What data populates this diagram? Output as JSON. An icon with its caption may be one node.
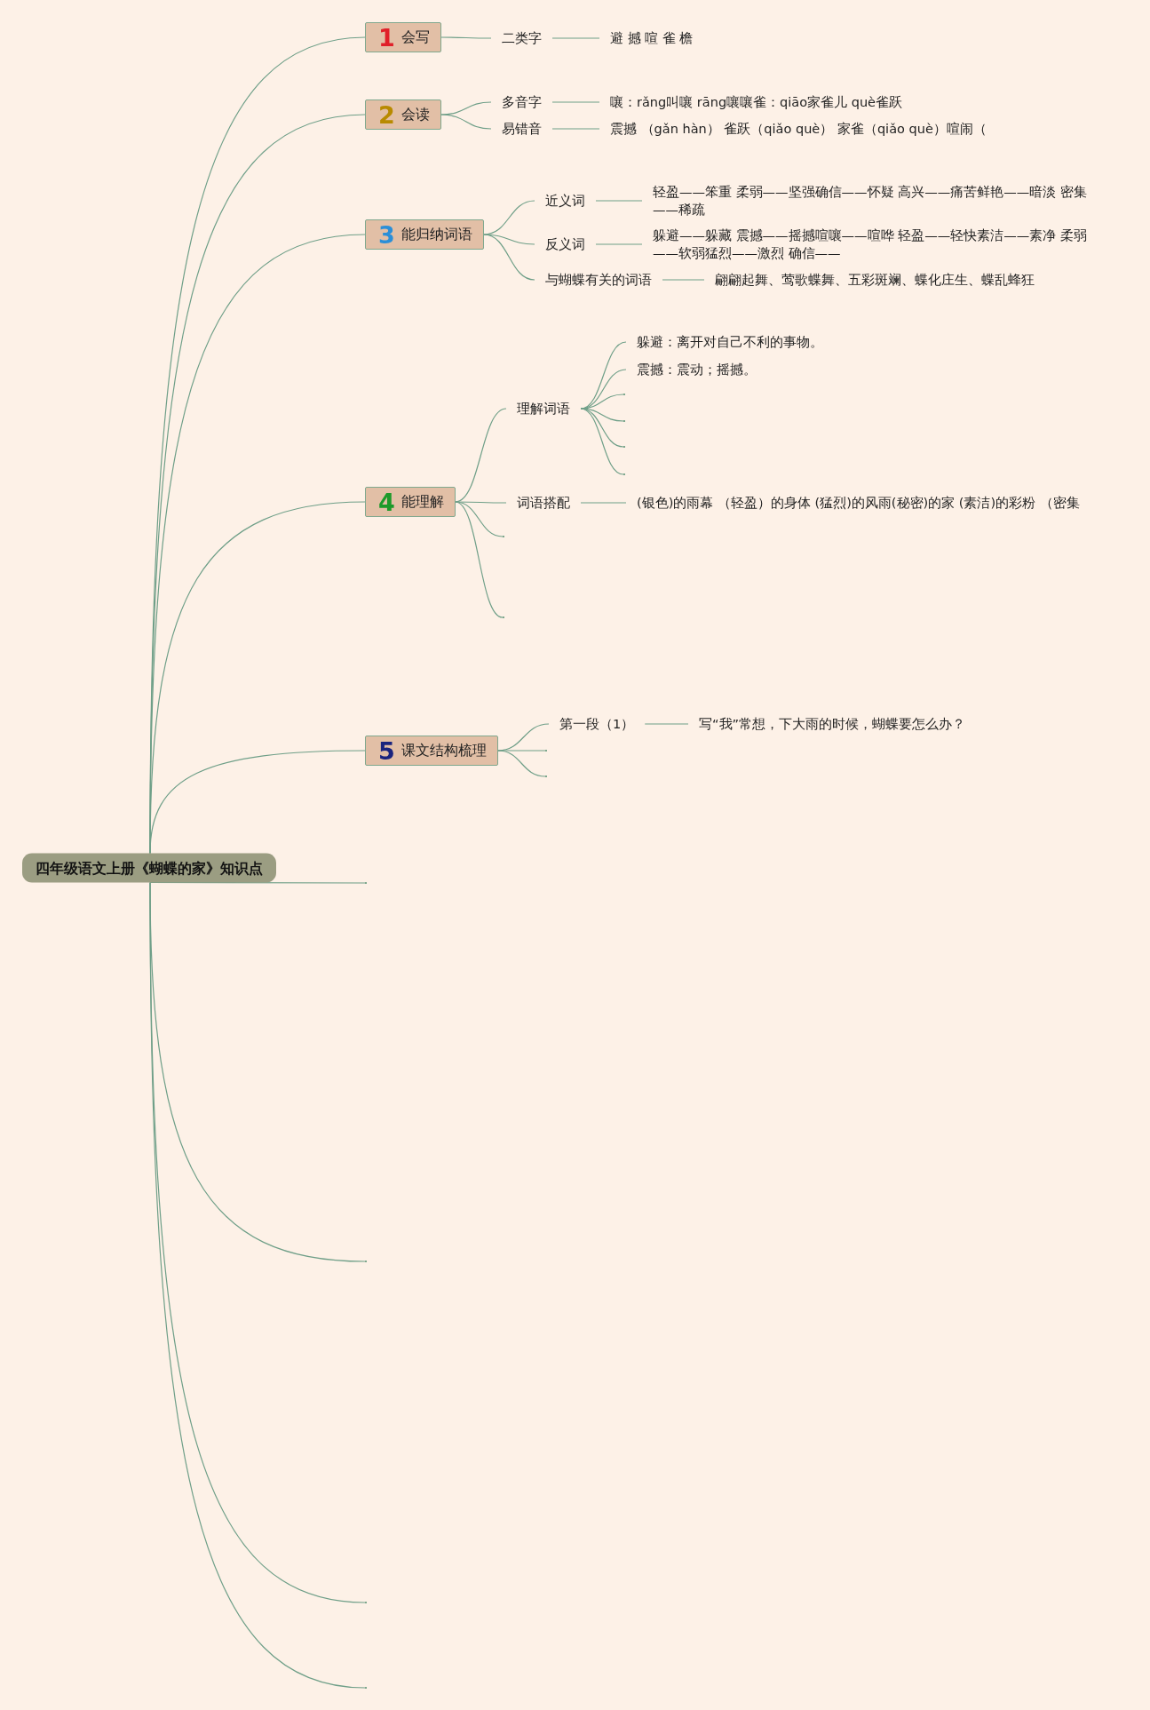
{
  "diagram": {
    "nodes": [
      {
        "text": [
          "四年级语文上册《蝴蝶的家》知识点"
        ]
      },
      {
        "text": [
          "1",
          "会写"
        ]
      },
      {
        "text": [
          "二类字"
        ]
      },
      {
        "text": [
          "避 撼 喧 雀 檐"
        ]
      },
      {
        "text": [
          "2",
          "会读"
        ]
      },
      {
        "text": [
          "多音字"
        ]
      },
      {
        "text": [
          "嚷：rǎng叫嚷 rāng嚷嚷雀：qiāo家雀儿 què雀跃"
        ]
      },
      {
        "text": [
          "易错音"
        ]
      },
      {
        "text": [
          "震撼 （gǎn hàn） 雀跃（qiǎo què） 家雀（qiǎo què）喧闹（"
        ]
      },
      {
        "text": [
          "3",
          "能归纳词语"
        ]
      },
      {
        "text": [
          "近义词"
        ]
      },
      {
        "text": [
          "轻盈——笨重 柔弱——坚强确信——怀疑 高兴——痛苦鲜艳——暗淡 密集——稀疏"
        ]
      },
      {
        "text": [
          "反义词"
        ]
      },
      {
        "text": [
          "躲避——躲藏 震撼——摇撼喧嚷——喧哗 轻盈——轻快素洁——素净 柔弱——软弱猛烈——激烈 确信——"
        ]
      },
      {
        "text": [
          "与蝴蝶有关的词语"
        ]
      },
      {
        "text": [
          "翩翩起舞、莺歌蝶舞、五彩斑斓、蝶化庄生、蝶乱蜂狂"
        ]
      },
      {
        "text": [
          "4",
          "能理解"
        ]
      },
      {
        "text": [
          "理解词语"
        ]
      },
      {
        "text": [
          "躲避：离开对自己不利的事物。"
        ]
      },
      {
        "text": [
          "震撼：震动；摇撼。"
        ]
      },
      {
        "text": [],
        "shape": "point"
      },
      {
        "text": [],
        "shape": "point"
      },
      {
        "text": [],
        "shape": "point"
      },
      {
        "text": [],
        "shape": "point"
      },
      {
        "text": [
          "词语搭配"
        ]
      },
      {
        "text": [
          "(银色)的雨幕 （轻盈）的身体 (猛烈)的风雨(秘密)的家 (素洁)的彩粉 （密集"
        ]
      },
      {
        "text": [],
        "shape": "point"
      },
      {
        "text": [],
        "shape": "point"
      },
      {
        "text": [
          "5",
          "课文结构梳理"
        ]
      },
      {
        "text": [
          "第一段（1）"
        ]
      },
      {
        "text": [
          "写“我”常想，下大雨的时候，蝴蝶要怎么办？"
        ]
      },
      {
        "text": [],
        "shape": "point"
      },
      {
        "text": [],
        "shape": "point"
      },
      {
        "text": [],
        "shape": "point"
      },
      {
        "text": [],
        "shape": "point"
      },
      {
        "text": [],
        "shape": "point"
      },
      {
        "text": [],
        "shape": "point"
      }
    ],
    "edges": [
      {
        "from": 0,
        "to": 1,
        "arrow": "none"
      },
      {
        "from": 0,
        "to": 4,
        "arrow": "none"
      },
      {
        "from": 0,
        "to": 9,
        "arrow": "none"
      },
      {
        "from": 0,
        "to": 16,
        "arrow": "none"
      },
      {
        "from": 0,
        "to": 28,
        "arrow": "none"
      },
      {
        "from": 0,
        "to": 33,
        "arrow": "none"
      },
      {
        "from": 0,
        "to": 34,
        "arrow": "none"
      },
      {
        "from": 0,
        "to": 35,
        "arrow": "none"
      },
      {
        "from": 0,
        "to": 36,
        "arrow": "none"
      },
      {
        "from": 1,
        "to": 2,
        "arrow": "none"
      },
      {
        "from": 2,
        "to": 3,
        "arrow": "none"
      },
      {
        "from": 4,
        "to": 5,
        "arrow": "none"
      },
      {
        "from": 5,
        "to": 6,
        "arrow": "none"
      },
      {
        "from": 4,
        "to": 7,
        "arrow": "none"
      },
      {
        "from": 7,
        "to": 8,
        "arrow": "none"
      },
      {
        "from": 9,
        "to": 10,
        "arrow": "none"
      },
      {
        "from": 10,
        "to": 11,
        "arrow": "none"
      },
      {
        "from": 9,
        "to": 12,
        "arrow": "none"
      },
      {
        "from": 12,
        "to": 13,
        "arrow": "none"
      },
      {
        "from": 9,
        "to": 14,
        "arrow": "none"
      },
      {
        "from": 14,
        "to": 15,
        "arrow": "none"
      },
      {
        "from": 16,
        "to": 17,
        "arrow": "none"
      },
      {
        "from": 17,
        "to": 18,
        "arrow": "none"
      },
      {
        "from": 17,
        "to": 19,
        "arrow": "none"
      },
      {
        "from": 17,
        "to": 20,
        "arrow": "none"
      },
      {
        "from": 17,
        "to": 21,
        "arrow": "none"
      },
      {
        "from": 17,
        "to": 22,
        "arrow": "none"
      },
      {
        "from": 17,
        "to": 23,
        "arrow": "none"
      },
      {
        "from": 16,
        "to": 24,
        "arrow": "none"
      },
      {
        "from": 24,
        "to": 25,
        "arrow": "none"
      },
      {
        "from": 16,
        "to": 26,
        "arrow": "none"
      },
      {
        "from": 16,
        "to": 27,
        "arrow": "none"
      },
      {
        "from": 28,
        "to": 29,
        "arrow": "none"
      },
      {
        "from": 29,
        "to": 30,
        "arrow": "none"
      },
      {
        "from": 28,
        "to": 31,
        "arrow": "none"
      },
      {
        "from": 28,
        "to": 32,
        "arrow": "none"
      }
    ]
  }
}
